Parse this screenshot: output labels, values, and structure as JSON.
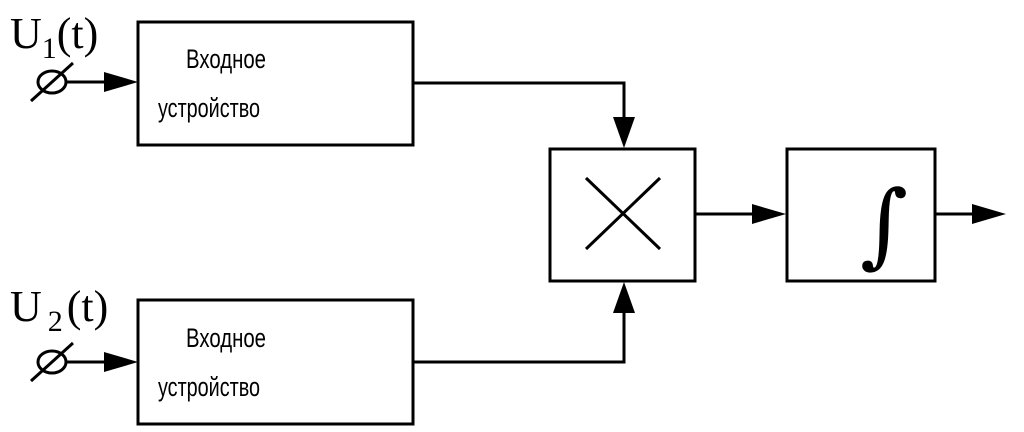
{
  "inputs": [
    {
      "symbol": "U",
      "subscript": "1",
      "argument": "(t)"
    },
    {
      "symbol": "U",
      "subscript": "2",
      "argument": "(t)"
    }
  ],
  "input_device_block": {
    "line1": "Входное",
    "line2": "устройство"
  },
  "multiplier_block": {
    "icon": "multiply-cross-icon"
  },
  "integrator_block": {
    "symbol": "∫"
  }
}
